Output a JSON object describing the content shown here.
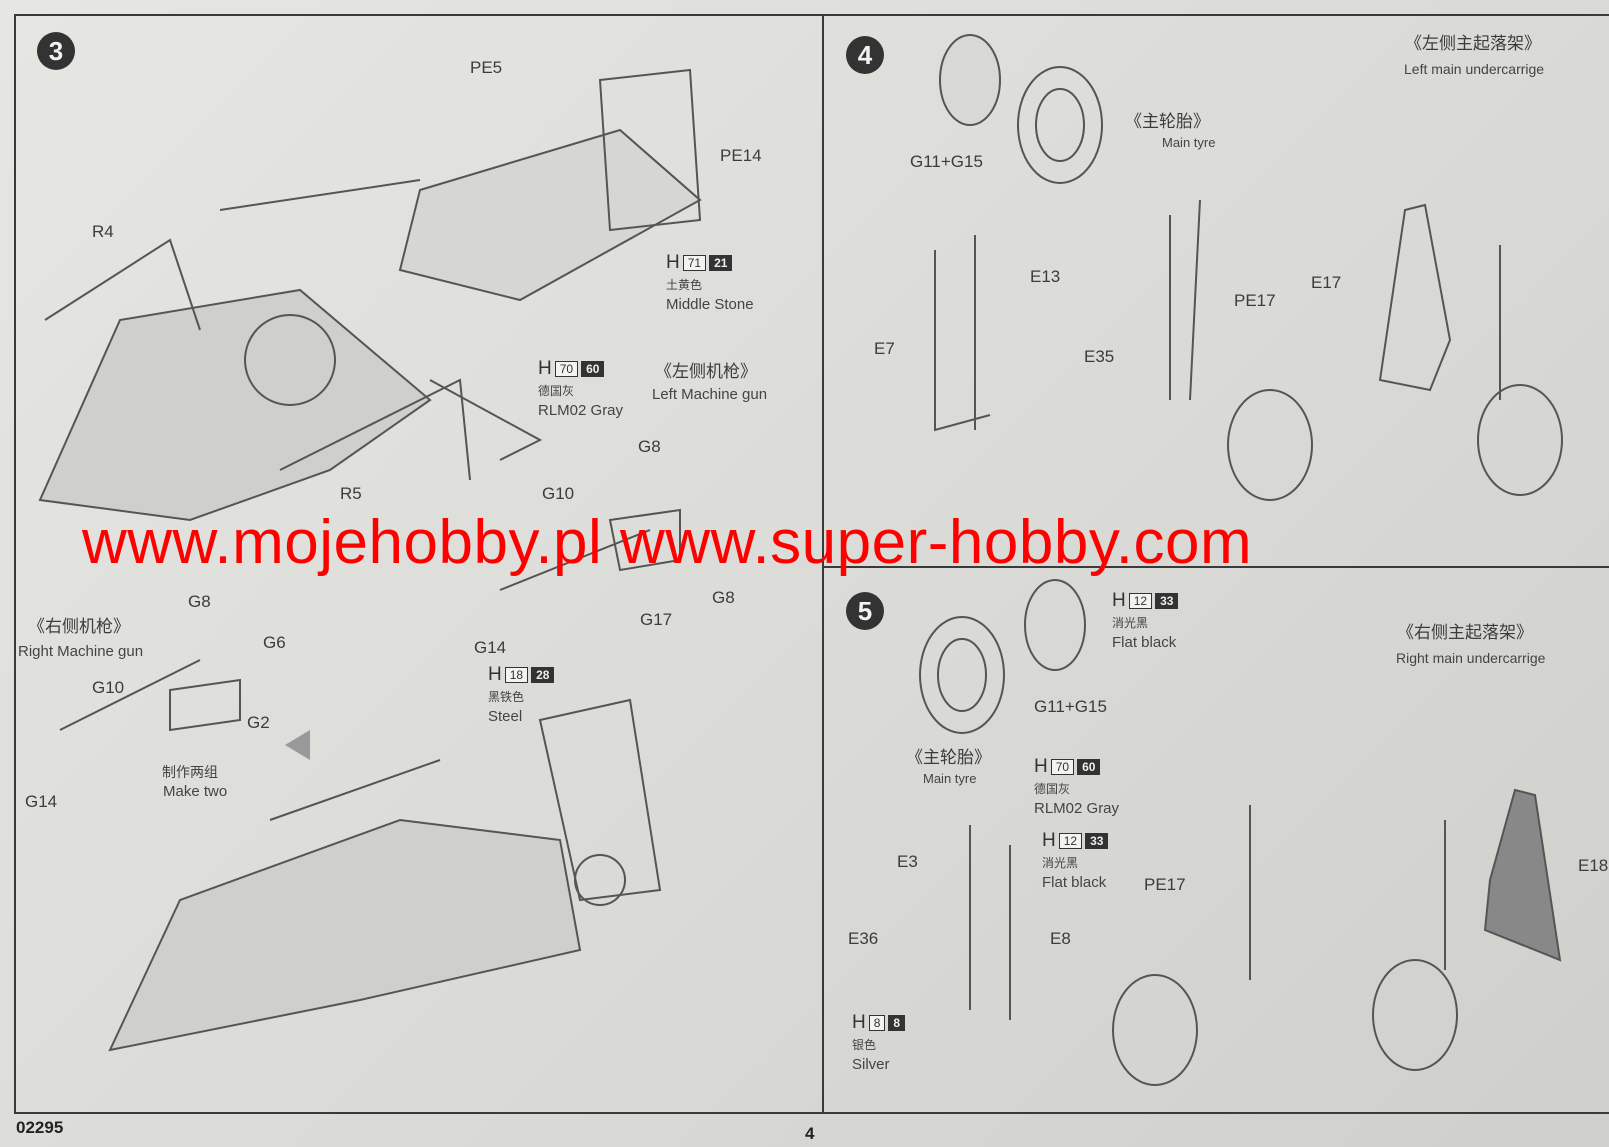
{
  "step3": {
    "number": "3",
    "parts": {
      "pe5": "PE5",
      "pe14": "PE14",
      "r4": "R4",
      "r5": "R5",
      "g8a": "G8",
      "g10a": "G10",
      "g8b": "G8",
      "g17": "G17",
      "g14a": "G14",
      "g8c": "G8",
      "g6": "G6",
      "g10b": "G10",
      "g2": "G2",
      "g14b": "G14"
    },
    "paint_middle_stone": {
      "prefix": "H",
      "code1": "71",
      "code2": "21",
      "cn": "土黄色",
      "en": "Middle Stone"
    },
    "paint_rlm02": {
      "prefix": "H",
      "code1": "70",
      "code2": "60",
      "cn": "德国灰",
      "en": "RLM02 Gray"
    },
    "paint_steel": {
      "prefix": "H",
      "code1": "18",
      "code2": "28",
      "cn": "黑铁色",
      "en": "Steel"
    },
    "left_gun": {
      "cn": "《左侧机枪》",
      "en": "Left Machine gun"
    },
    "right_gun": {
      "cn": "《右侧机枪》",
      "en": "Right Machine gun"
    },
    "make_two": {
      "cn": "制作两组",
      "en": "Make two"
    }
  },
  "step4": {
    "number": "4",
    "title": {
      "cn": "《左侧主起落架》",
      "en": "Left main undercarrige"
    },
    "tyre": {
      "cn": "《主轮胎》",
      "en": "Main tyre"
    },
    "parts": {
      "g11g15": "G11+G15",
      "e13": "E13",
      "e7": "E7",
      "e35": "E35",
      "pe17": "PE17",
      "e17": "E17"
    }
  },
  "step5": {
    "number": "5",
    "title": {
      "cn": "《右侧主起落架》",
      "en": "Right main undercarrige"
    },
    "tyre": {
      "cn": "《主轮胎》",
      "en": "Main tyre"
    },
    "paint_flat_black_a": {
      "prefix": "H",
      "code1": "12",
      "code2": "33",
      "cn": "消光黑",
      "en": "Flat black"
    },
    "paint_rlm02": {
      "prefix": "H",
      "code1": "70",
      "code2": "60",
      "cn": "德国灰",
      "en": "RLM02 Gray"
    },
    "paint_flat_black_b": {
      "prefix": "H",
      "code1": "12",
      "code2": "33",
      "cn": "消光黑",
      "en": "Flat black"
    },
    "paint_silver": {
      "prefix": "H",
      "code1": "8",
      "code2": "8",
      "cn": "银色",
      "en": "Silver"
    },
    "parts": {
      "g11g15": "G11+G15",
      "e3": "E3",
      "e36": "E36",
      "e8": "E8",
      "pe17": "PE17",
      "e18": "E18"
    }
  },
  "footer": {
    "code": "02295",
    "page": "4"
  },
  "watermark": {
    "text": "www.mojehobby.pl www.super-hobby.com",
    "color": "#ff0000"
  }
}
